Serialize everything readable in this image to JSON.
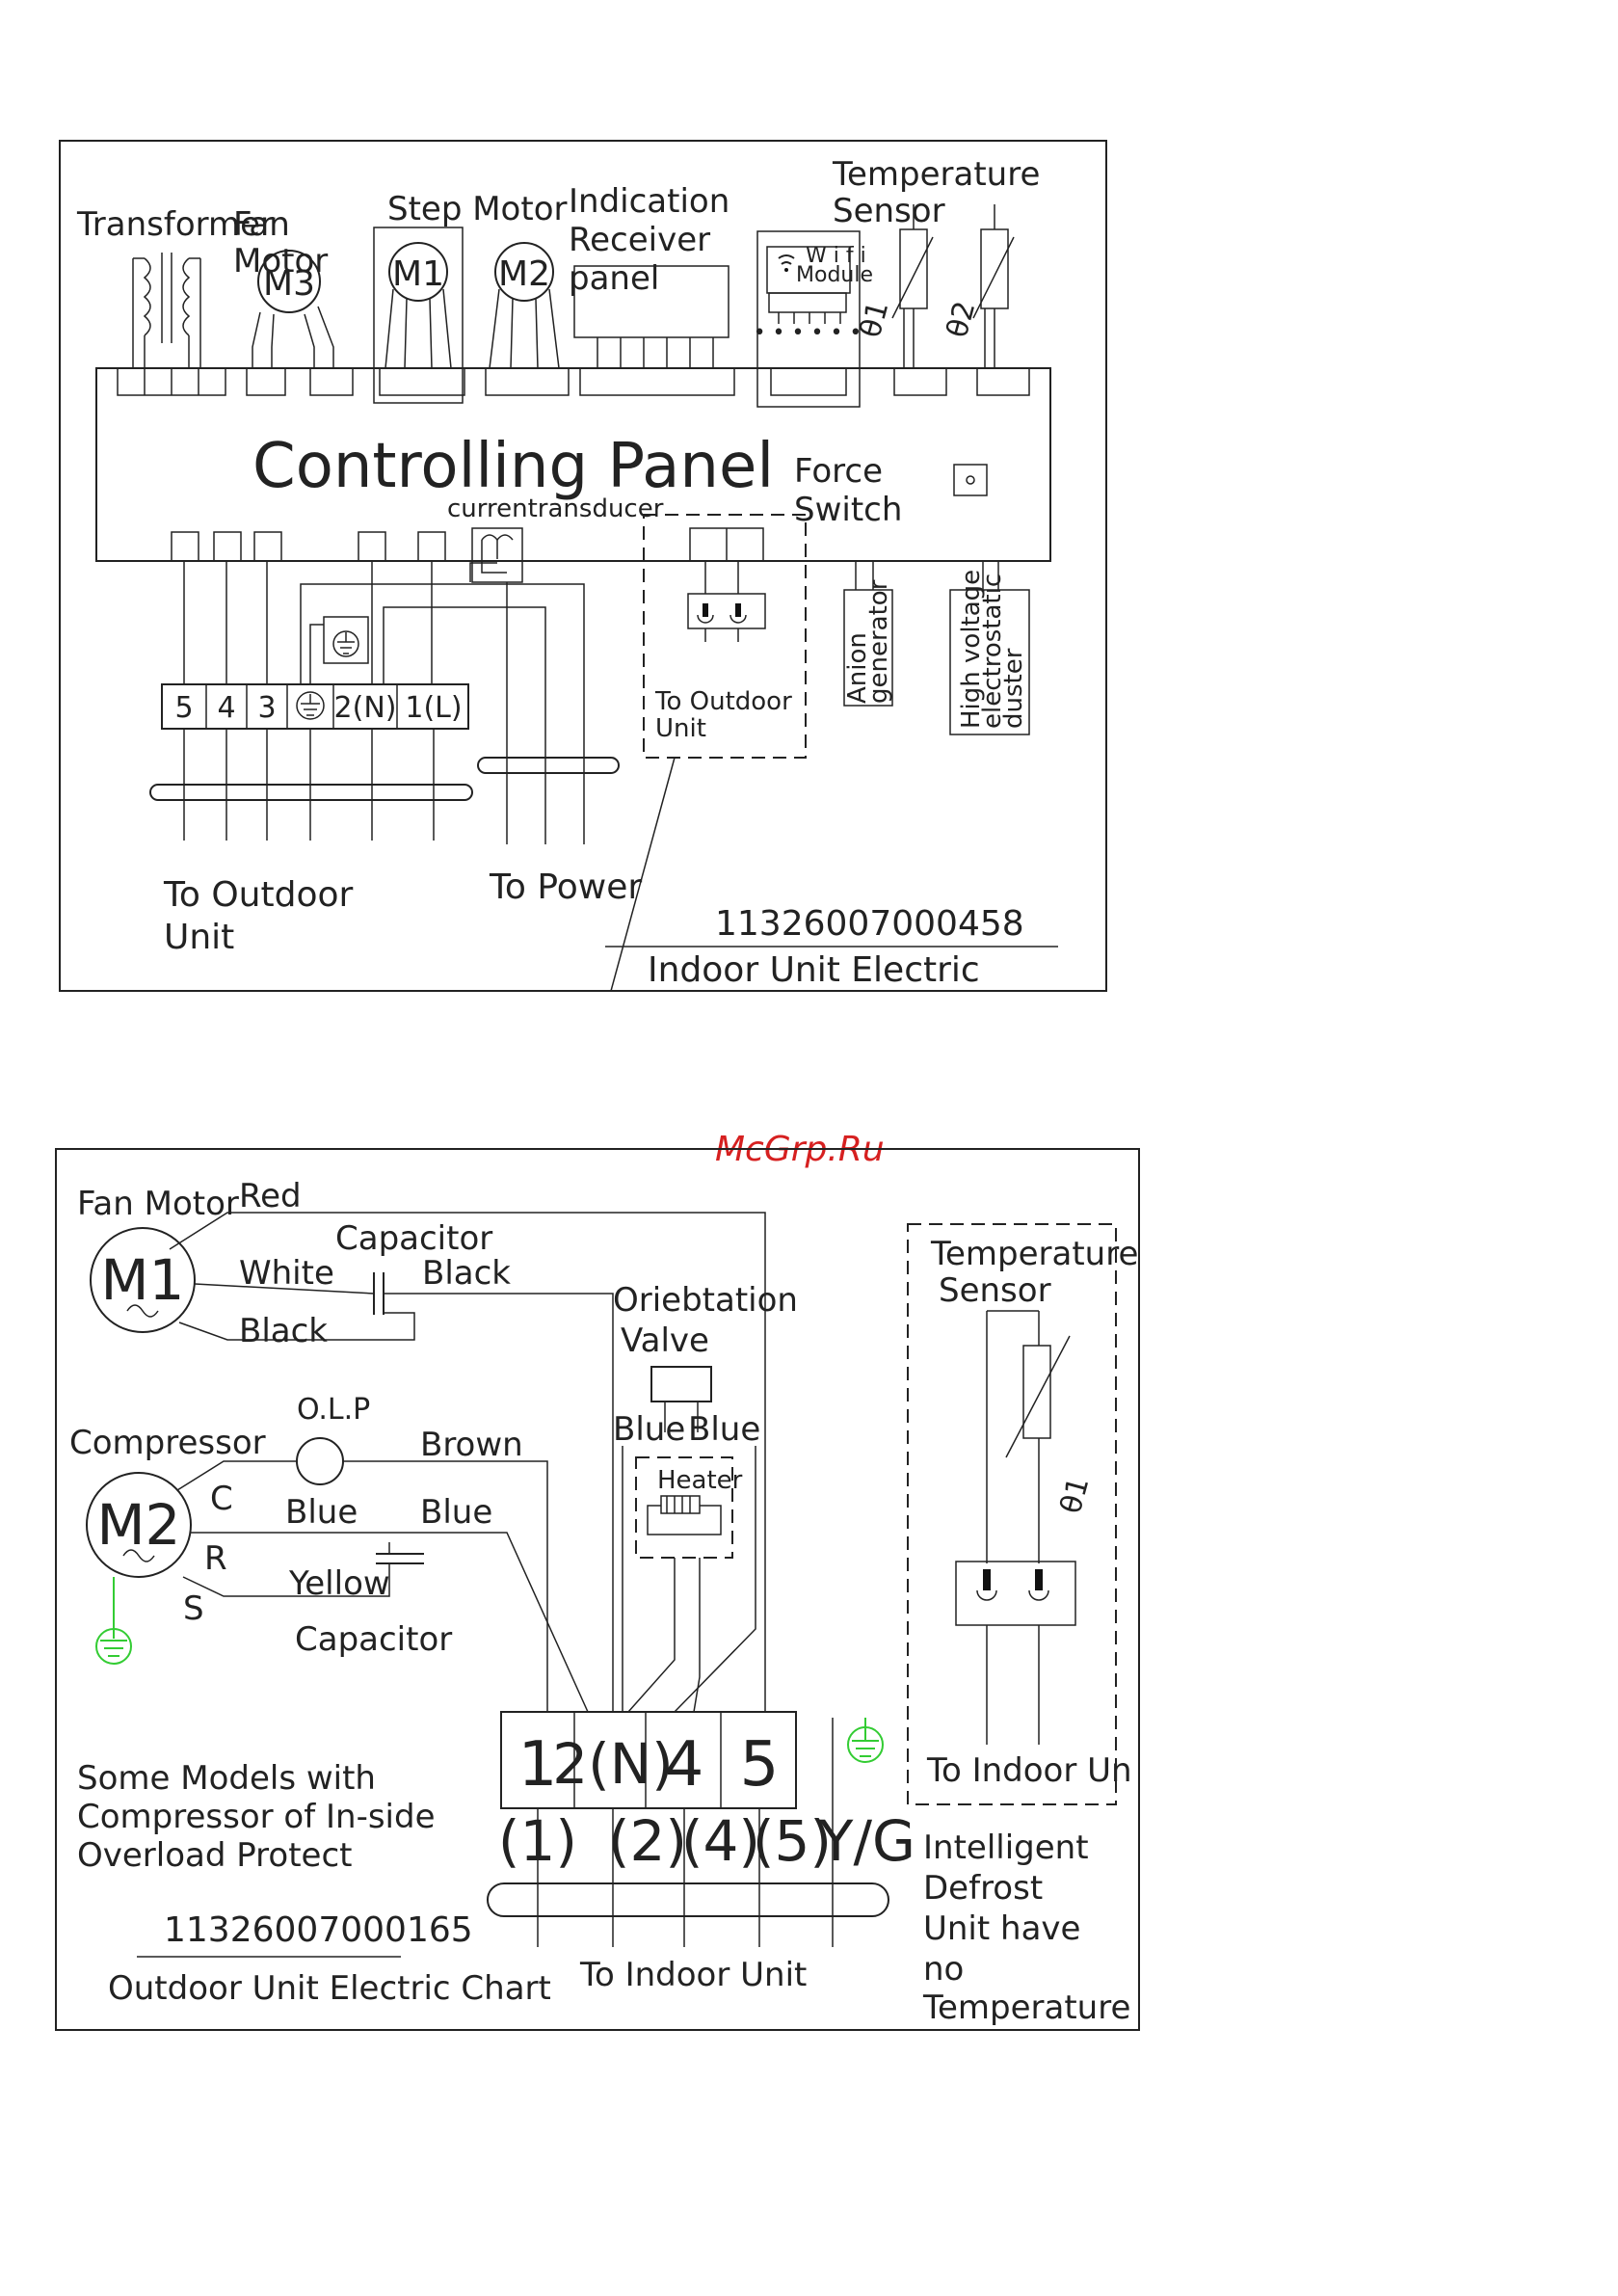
{
  "watermark": "McGrp.Ru",
  "colors": {
    "line": "#222222",
    "ground": "#33cc33",
    "watermark": "#d62020"
  },
  "indoor": {
    "transformer": "Transformer",
    "fan_motor_line1": "Fan",
    "fan_motor_line2": "Motor",
    "fan_motor_symbol": "M3",
    "step_motor": "Step  Motor",
    "step_m1": "M1",
    "step_m2": "M2",
    "indication_line1": "Indication",
    "indication_line2": "Receiver",
    "indication_line3": "panel",
    "wifi_line1": "W i f i",
    "wifi_line2": "Module",
    "wifi_dots": "• • • • • •",
    "temp_sensor_line1": "Temperature",
    "temp_sensor_line2": "Sensor",
    "theta1": "θ1",
    "theta2": "θ2",
    "controlling_panel": "Controlling   Panel",
    "force_switch_line1": "Force",
    "force_switch_line2": "Switch",
    "current_transducer": "currentransducer",
    "to_outdoor_small_line1": "To  Outdoor",
    "to_outdoor_small_line2": "Unit",
    "anion_line1": "Anion",
    "anion_line2": "generator",
    "hv_line1": "High voltage",
    "hv_line2": "electrostatic",
    "hv_line3": "duster",
    "terminals": [
      "5",
      "4",
      "3",
      "2(N)",
      "1(L)"
    ],
    "to_outdoor_line1": "To  Outdoor",
    "to_outdoor_line2": "Unit",
    "to_power": "To  Power",
    "code": "11326007000458",
    "caption": "Indoor  Unit  Electric"
  },
  "outdoor": {
    "fan_motor": "Fan Motor",
    "fan_symbol": "M1",
    "red": "Red",
    "white": "White",
    "black_upper": "Black",
    "black_lower": "Black",
    "capacitor_top": "Capacitor",
    "orientation_line1": "Oriebtation",
    "orientation_line2": "Valve",
    "blue_left": "Blue",
    "blue_right": "Blue",
    "heater": "Heater",
    "olp": "O.L.P",
    "compressor": "Compressor",
    "comp_symbol": "M2",
    "comp_c": "C",
    "comp_r": "R",
    "comp_s": "S",
    "brown": "Brown",
    "blue_comp": "Blue",
    "blue_cap": "Blue",
    "yellow": "Yellow",
    "capacitor_bottom": "Capacitor",
    "terminals": [
      "1",
      "2(N)",
      "4",
      "5"
    ],
    "sub_terminals": [
      "(1)",
      "(2)",
      "(4)",
      "(5)",
      "Y/G"
    ],
    "note_line1": "Some Models with",
    "note_line2": "Compressor of In-side",
    "note_line3": "Overload Protect",
    "code": "11326007000165",
    "caption": "Outdoor Unit Electric Chart",
    "to_indoor": "To Indoor Unit",
    "temp_sensor_line1": "Temperature",
    "temp_sensor_line2": "Sensor",
    "theta1": "θ1",
    "to_indoor_right": "To Indoor Un",
    "defrost_line1": "Intelligent",
    "defrost_line2": "Defrost",
    "defrost_line3": "Unit have",
    "defrost_line4": "no",
    "defrost_line5": "Temperature"
  }
}
